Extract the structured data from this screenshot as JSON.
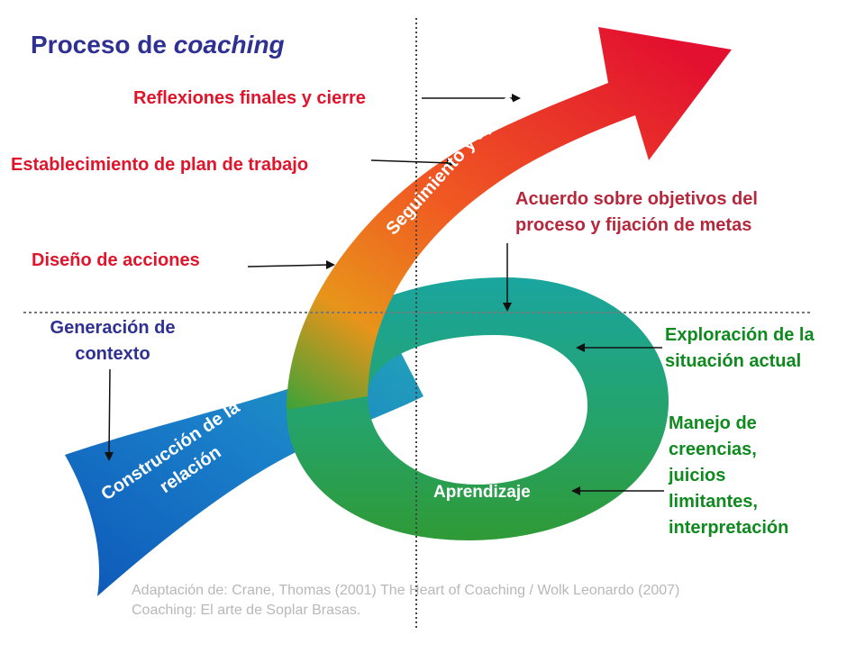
{
  "title": {
    "main": "Proceso de ",
    "emphasis": "coaching"
  },
  "labels": {
    "reflexiones": "Reflexiones finales y cierre",
    "establecimiento": "Establecimiento de plan de trabajo",
    "diseno": "Diseño de acciones",
    "acuerdo_1": "Acuerdo sobre objetivos del",
    "acuerdo_2": "proceso y fijación de metas",
    "generacion_1": "Generación de",
    "generacion_2": "contexto",
    "exploracion_1": "Exploración de la",
    "exploracion_2": "situación actual",
    "manejo_1": "Manejo de",
    "manejo_2": "creencias,",
    "manejo_3": "juicios",
    "manejo_4": "limitantes,",
    "manejo_5": "interpretación"
  },
  "arrow_text": {
    "seguimiento": "Seguimiento y apoyo",
    "construccion_1": "Construcción de la",
    "construccion_2": "relación",
    "aprendizaje": "Aprendizaje"
  },
  "source": "Adaptación de: Crane, Thomas (2001) The Heart of Coaching / Wolk Leonardo (2007) Coaching: El arte de Soplar Brasas.",
  "colors": {
    "red_label": "#e0142b",
    "dark_red_label": "#b5283c",
    "navy_label": "#2e3192",
    "green_label": "#0f8a1e",
    "arrow_blue": "#1565c0",
    "arrow_teal": "#1aa6a0",
    "arrow_green": "#2e9e3c",
    "arrow_orange": "#f08a12",
    "arrow_red": "#e31230"
  }
}
